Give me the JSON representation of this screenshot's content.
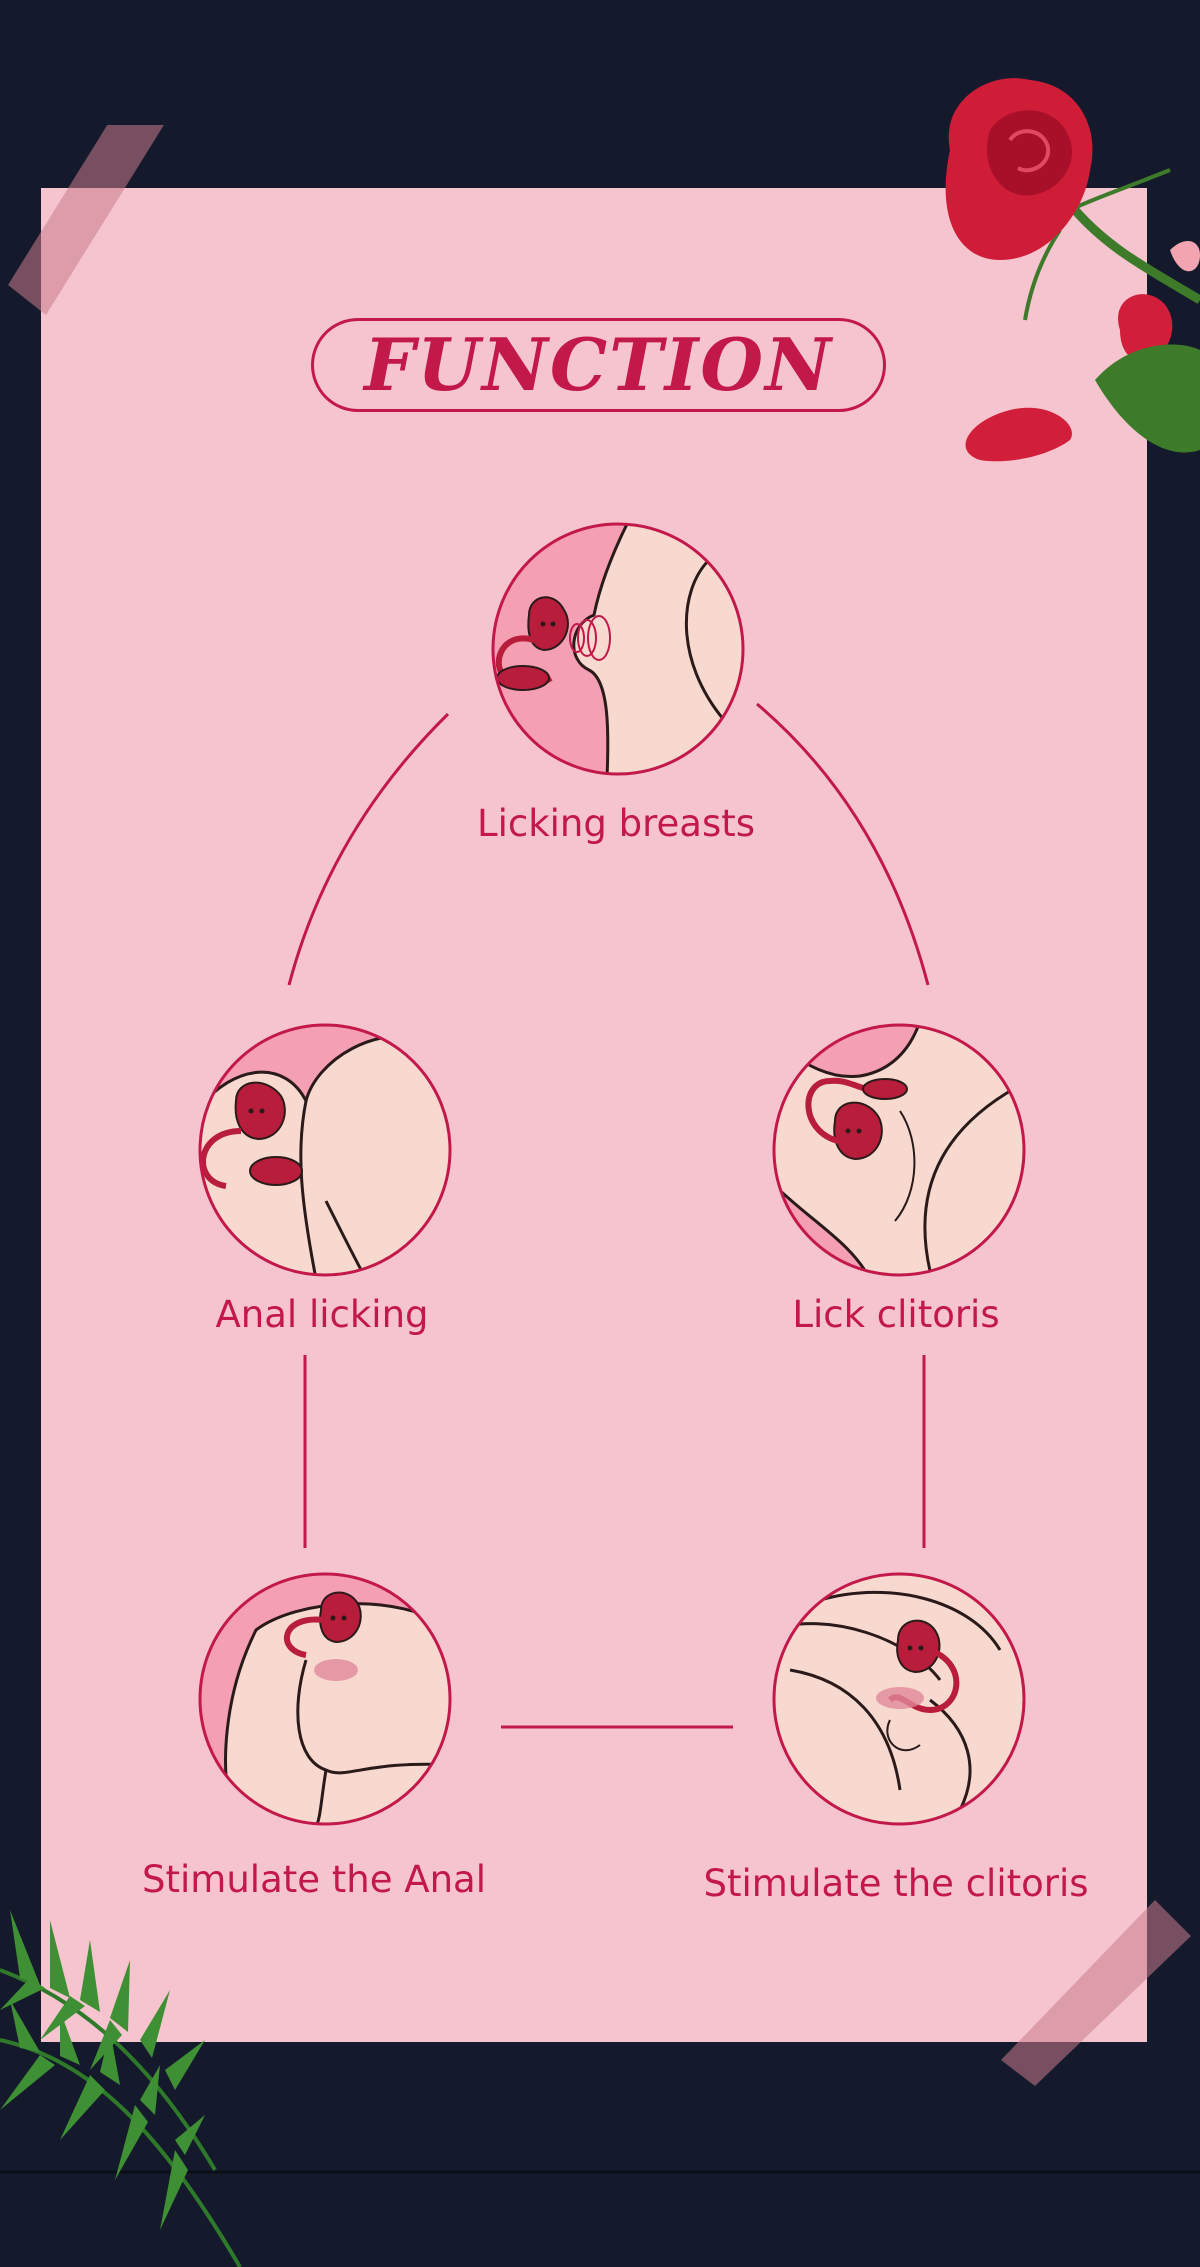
{
  "title": "FUNCTION",
  "functions": [
    {
      "id": "breasts",
      "label": "Licking breasts",
      "icon": "licking-breasts-illustration"
    },
    {
      "id": "anal-licking",
      "label": "Anal licking",
      "icon": "anal-licking-illustration"
    },
    {
      "id": "lick-clitoris",
      "label": "Lick clitoris",
      "icon": "lick-clitoris-illustration"
    },
    {
      "id": "stimulate-anal",
      "label": "Stimulate the Anal",
      "icon": "stimulate-anal-illustration"
    },
    {
      "id": "stimulate-clitoris",
      "label": "Stimulate the clitoris",
      "icon": "stimulate-clitoris-illustration"
    }
  ],
  "colors": {
    "background": "#141a2b",
    "card": "#f6c4cf",
    "accent": "#c2194a",
    "skin": "#f8d9cf",
    "pink": "#f59fb2",
    "rose": "#b81d3b"
  }
}
